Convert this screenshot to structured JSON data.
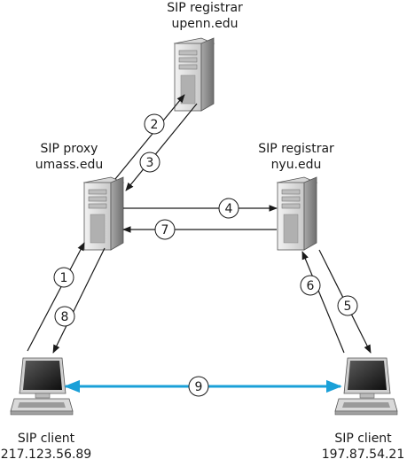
{
  "nodes": {
    "registrar_upenn": {
      "role": "SIP registrar",
      "host": "upenn.edu",
      "icon": "server-tower-icon"
    },
    "proxy_umass": {
      "role": "SIP proxy",
      "host": "umass.edu",
      "icon": "server-tower-icon"
    },
    "registrar_nyu": {
      "role": "SIP registrar",
      "host": "nyu.edu",
      "icon": "server-tower-icon"
    },
    "client_left": {
      "role": "SIP client",
      "host": "217.123.56.89",
      "icon": "desktop-computer-icon"
    },
    "client_right": {
      "role": "SIP client",
      "host": "197.87.54.21",
      "icon": "desktop-computer-icon"
    }
  },
  "steps": [
    "1",
    "2",
    "3",
    "4",
    "5",
    "6",
    "7",
    "8",
    "9"
  ],
  "colors": {
    "line": "#1a1a1a",
    "highlight": "#1aa0d8",
    "badge_fill": "#ffffff",
    "server_light": "#e4e4e4",
    "server_dark": "#8c8c8c",
    "screen": "#2a2a2a"
  }
}
